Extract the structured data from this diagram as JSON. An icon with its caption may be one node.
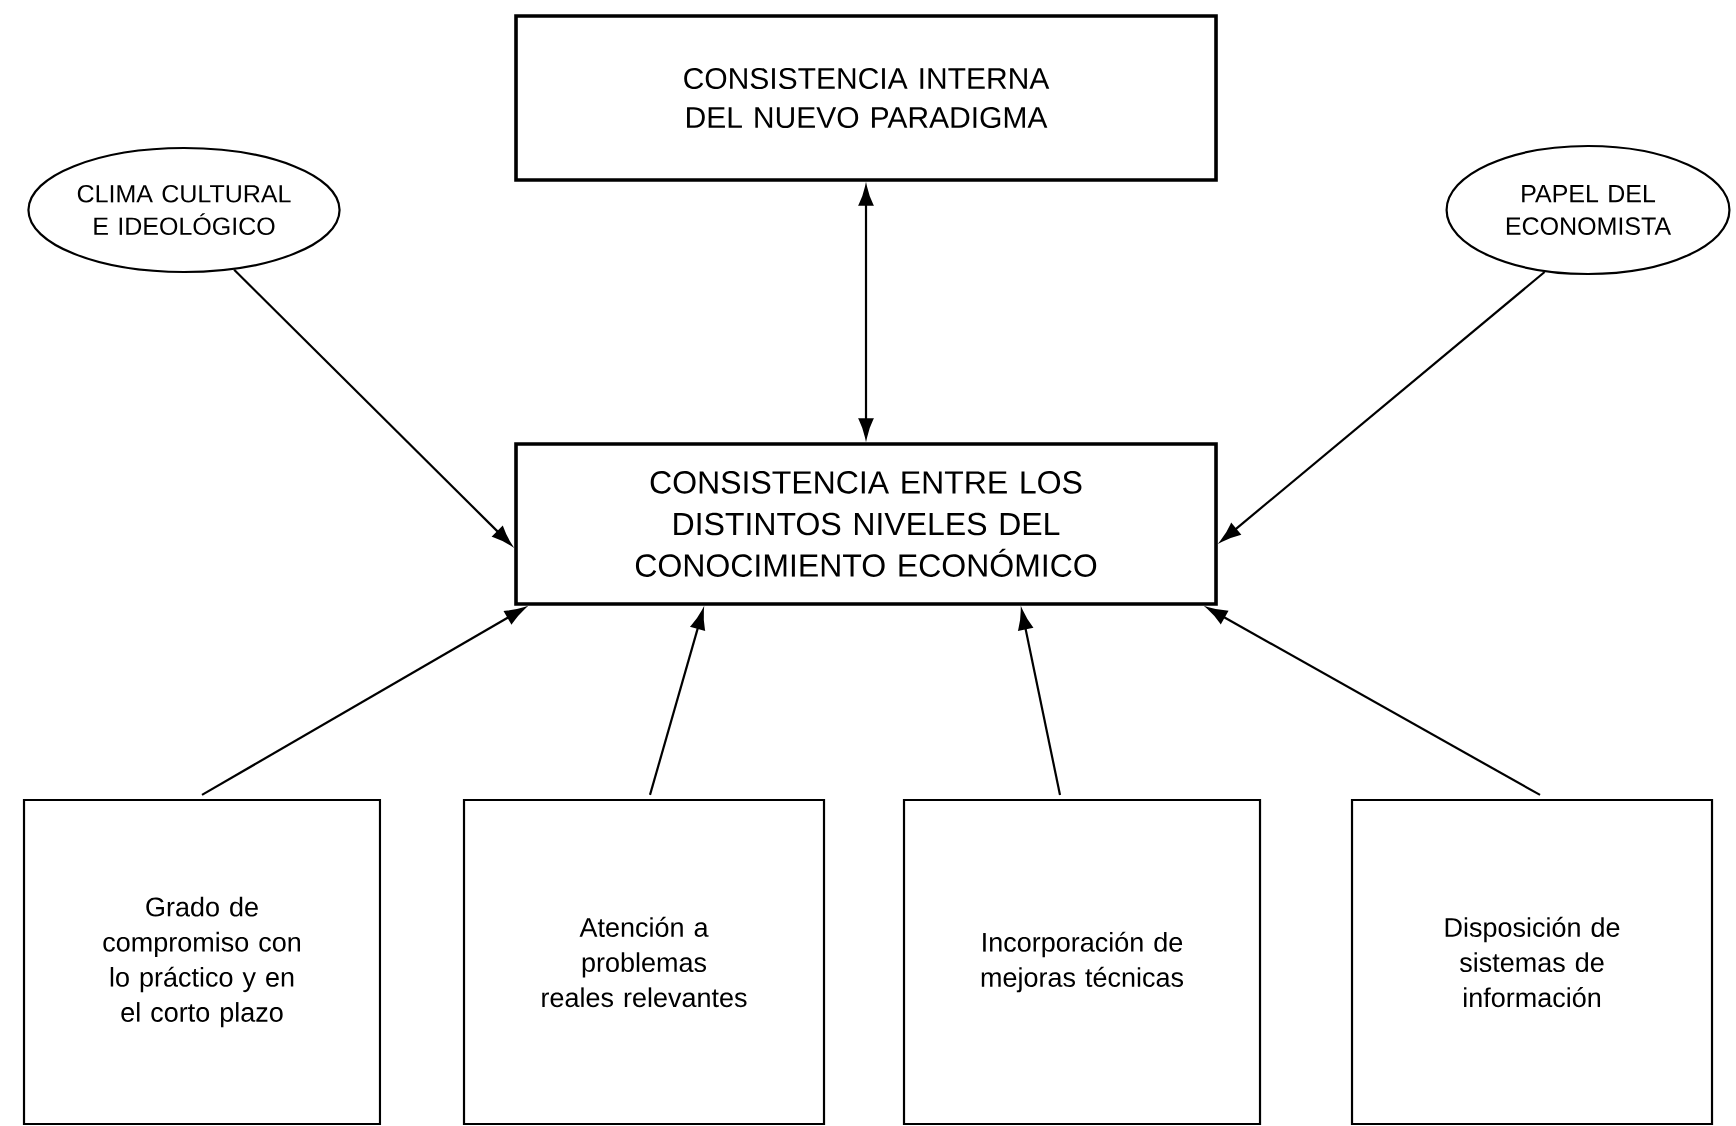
{
  "diagram": {
    "nodes": [
      {
        "text": [
          "CONSISTENCIA INTERNA DEL NUEVO PARADIGMA"
        ]
      },
      {
        "text": [
          "CLIMA CULTURAL E IDEOLÓGICO"
        ]
      },
      {
        "text": [
          "PAPEL DEL ECONOMISTA"
        ]
      },
      {
        "text": [
          "CONSISTENCIA ENTRE LOS DISTINTOS NIVELES DEL CONOCIMIENTO ECONÓMICO"
        ]
      },
      {
        "text": [
          "Grado de compromiso con lo práctico y en el corto plazo"
        ]
      },
      {
        "text": [
          "Atención a problemas reales relevantes"
        ]
      },
      {
        "text": [
          "Incorporación de mejoras técnicas"
        ]
      },
      {
        "text": [
          "Disposición de sistemas de información"
        ]
      }
    ],
    "edges": [
      {
        "from": 0,
        "to": 3,
        "arrow": "both"
      },
      {
        "from": 1,
        "to": 3,
        "arrow": "to"
      },
      {
        "from": 2,
        "to": 3,
        "arrow": "to"
      },
      {
        "from": 4,
        "to": 3,
        "arrow": "to"
      },
      {
        "from": 5,
        "to": 3,
        "arrow": "to"
      },
      {
        "from": 6,
        "to": 3,
        "arrow": "to"
      },
      {
        "from": 7,
        "to": 3,
        "arrow": "to"
      }
    ]
  }
}
